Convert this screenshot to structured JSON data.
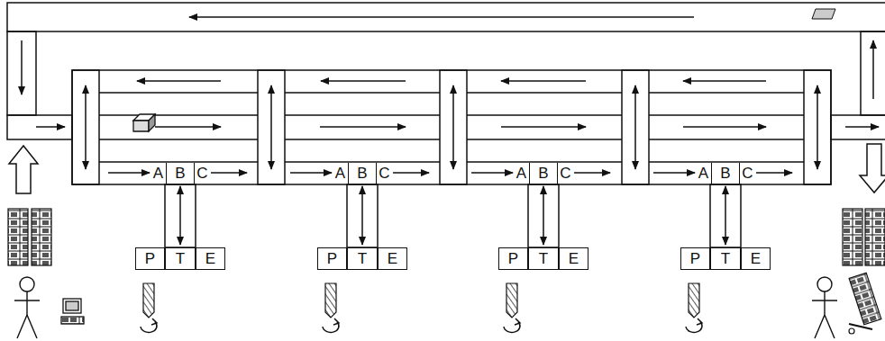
{
  "diagram": {
    "nodes": [
      {
        "text": [
          "A"
        ]
      },
      {
        "text": [
          "B"
        ]
      },
      {
        "text": [
          "C"
        ]
      },
      {
        "text": [
          "A"
        ]
      },
      {
        "text": [
          "B"
        ]
      },
      {
        "text": [
          "C"
        ]
      },
      {
        "text": [
          "A"
        ]
      },
      {
        "text": [
          "B"
        ]
      },
      {
        "text": [
          "C"
        ]
      },
      {
        "text": [
          "A"
        ]
      },
      {
        "text": [
          "B"
        ]
      },
      {
        "text": [
          "C"
        ]
      },
      {
        "text": [
          "P"
        ]
      },
      {
        "text": [
          "T"
        ]
      },
      {
        "text": [
          "E"
        ]
      },
      {
        "text": [
          "P"
        ]
      },
      {
        "text": [
          "T"
        ]
      },
      {
        "text": [
          "E"
        ]
      },
      {
        "text": [
          "P"
        ]
      },
      {
        "text": [
          "T"
        ]
      },
      {
        "text": [
          "E"
        ]
      },
      {
        "text": [
          "P"
        ]
      },
      {
        "text": [
          "T"
        ]
      },
      {
        "text": [
          "E"
        ]
      }
    ],
    "edges": [
      {
        "from": 1,
        "to": 13,
        "arrow": "both"
      },
      {
        "from": 4,
        "to": 16,
        "arrow": "both"
      },
      {
        "from": 7,
        "to": 19,
        "arrow": "both"
      },
      {
        "from": 10,
        "to": 22,
        "arrow": "both"
      }
    ]
  }
}
